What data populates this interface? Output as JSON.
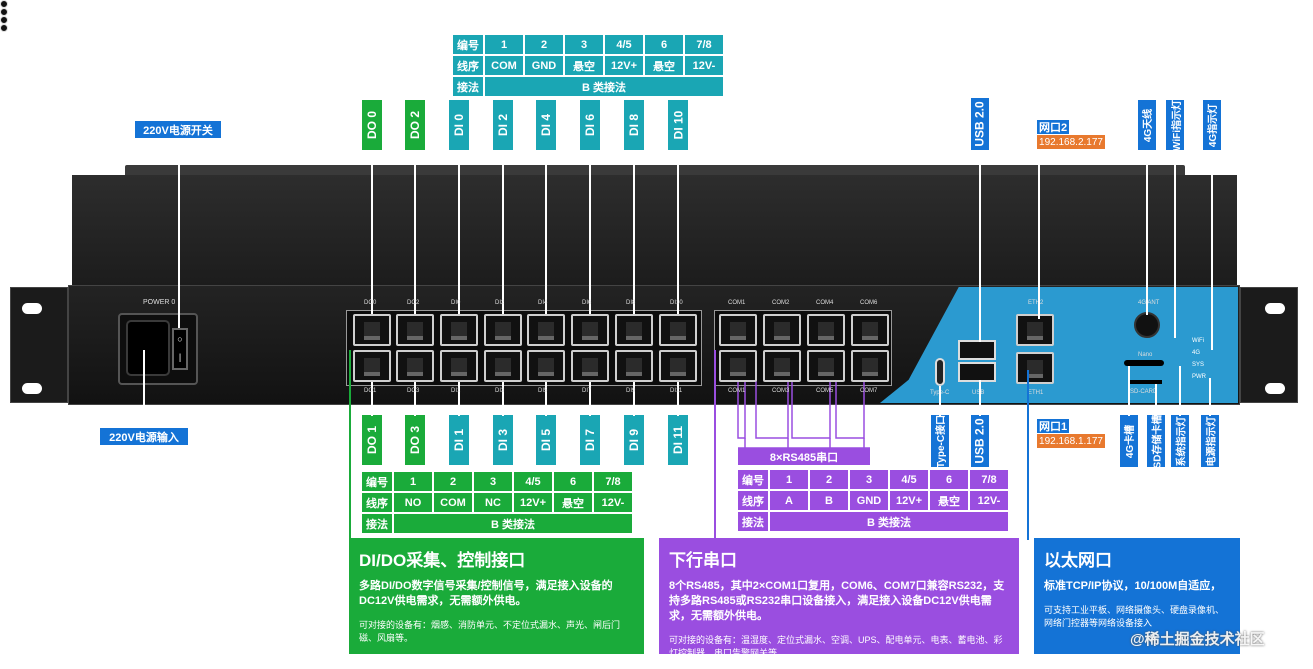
{
  "power": {
    "switch_label": "220V电源开关",
    "input_label": "220V电源输入",
    "silk": "POWER 0"
  },
  "top_di_tags": [
    "DO 0",
    "DO 2",
    "DI 0",
    "DI 2",
    "DI 4",
    "DI 6",
    "DI 8",
    "DI 10"
  ],
  "bottom_di_tags": [
    "DO 1",
    "DO 3",
    "DI 1",
    "DI 3",
    "DI 5",
    "DI 7",
    "DI 9",
    "DI 11"
  ],
  "top_silk": [
    "DO0",
    "DO2",
    "DI0",
    "DI2",
    "DI4",
    "DI6",
    "DI8",
    "DI10"
  ],
  "bottom_silk": [
    "DO1",
    "DO3",
    "DI1",
    "DI3",
    "DI5",
    "DI7",
    "DI9",
    "DI11"
  ],
  "com_top_silk": [
    "COM1",
    "COM2",
    "COM4",
    "COM6"
  ],
  "com_bottom_silk": [
    "COM1",
    "COM3",
    "COM5",
    "COM7"
  ],
  "top_pin_table": {
    "rows": [
      {
        "h": "编号",
        "cells": [
          "1",
          "2",
          "3",
          "4/5",
          "6",
          "7/8"
        ]
      },
      {
        "h": "线序",
        "cells": [
          "COM",
          "GND",
          "悬空",
          "12V+",
          "悬空",
          "12V-"
        ]
      },
      {
        "h": "接法",
        "span": "B 类接法"
      }
    ]
  },
  "di_pin_table": {
    "rows": [
      {
        "h": "编号",
        "cells": [
          "1",
          "2",
          "3",
          "4/5",
          "6",
          "7/8"
        ]
      },
      {
        "h": "线序",
        "cells": [
          "NO",
          "COM",
          "NC",
          "12V+",
          "悬空",
          "12V-"
        ]
      },
      {
        "h": "接法",
        "span": "B 类接法"
      }
    ]
  },
  "rs485_title": "8×RS485串口",
  "rs_pin_table": {
    "rows": [
      {
        "h": "编号",
        "cells": [
          "1",
          "2",
          "3",
          "4/5",
          "6",
          "7/8"
        ]
      },
      {
        "h": "线序",
        "cells": [
          "A",
          "B",
          "GND",
          "12V+",
          "悬空",
          "12V-"
        ]
      },
      {
        "h": "接法",
        "span": "B 类接法"
      }
    ]
  },
  "usb": {
    "top_tag": "USB 2.0",
    "bottom_tag": "USB 2.0",
    "typec_tag": "Type-C接口",
    "silk_typec": "Type-C",
    "silk_usb": "USB"
  },
  "eth": {
    "port2_label": "网口2",
    "port2_ip": "192.168.2.177",
    "port1_label": "网口1",
    "port1_ip": "192.168.1.177",
    "silk_top": "ETH2",
    "silk_bottom": "ETH1"
  },
  "indicators": {
    "tags_top": [
      "4G天线",
      "WiFi指示灯",
      "4G指示灯"
    ],
    "tags_bottom": [
      "4G卡槽",
      "SD存储卡槽",
      "系统指示灯",
      "电源指示灯"
    ],
    "led_names": [
      "WiFi",
      "4G",
      "SYS",
      "PWR"
    ],
    "silk_ant": "4G ANT",
    "silk_nano": "Nano",
    "silk_sd": "SD-CARD"
  },
  "info_boxes": [
    {
      "title": "DI/DO采集、控制接口",
      "main": "多路DI/DO数字信号采集/控制信号，满足接入设备的DC12V供电需求，无需额外供电。",
      "sub": "可对接的设备有：烟感、消防单元、不定位式漏水、声光、闸后门磁、风扇等。"
    },
    {
      "title": "下行串口",
      "main": "8个RS485，其中2×COM1口复用，COM6、COM7口兼容RS232，支持多路RS485或RS232串口设备接入，满足接入设备DC12V供电需求，无需额外供电。",
      "sub": "可对接的设备有：温湿度、定位式漏水、空调、UPS、配电单元、电表、蓄电池、彩灯控制器、串口告警网关等"
    },
    {
      "title": "以太网口",
      "main": "标准TCP/IP协议，10/100M自适应，",
      "sub": "可支持工业平板、网络摄像头、硬盘录像机、网络门控器等网络设备接入"
    }
  ],
  "watermark": "@稀土掘金技术社区",
  "colors": {
    "blue": "#1473d6",
    "teal": "#1aa6b4",
    "green": "#1aab3a",
    "purple": "#9a4ee0",
    "orange": "#e8792e",
    "accent_panel": "#2b9ad0"
  }
}
